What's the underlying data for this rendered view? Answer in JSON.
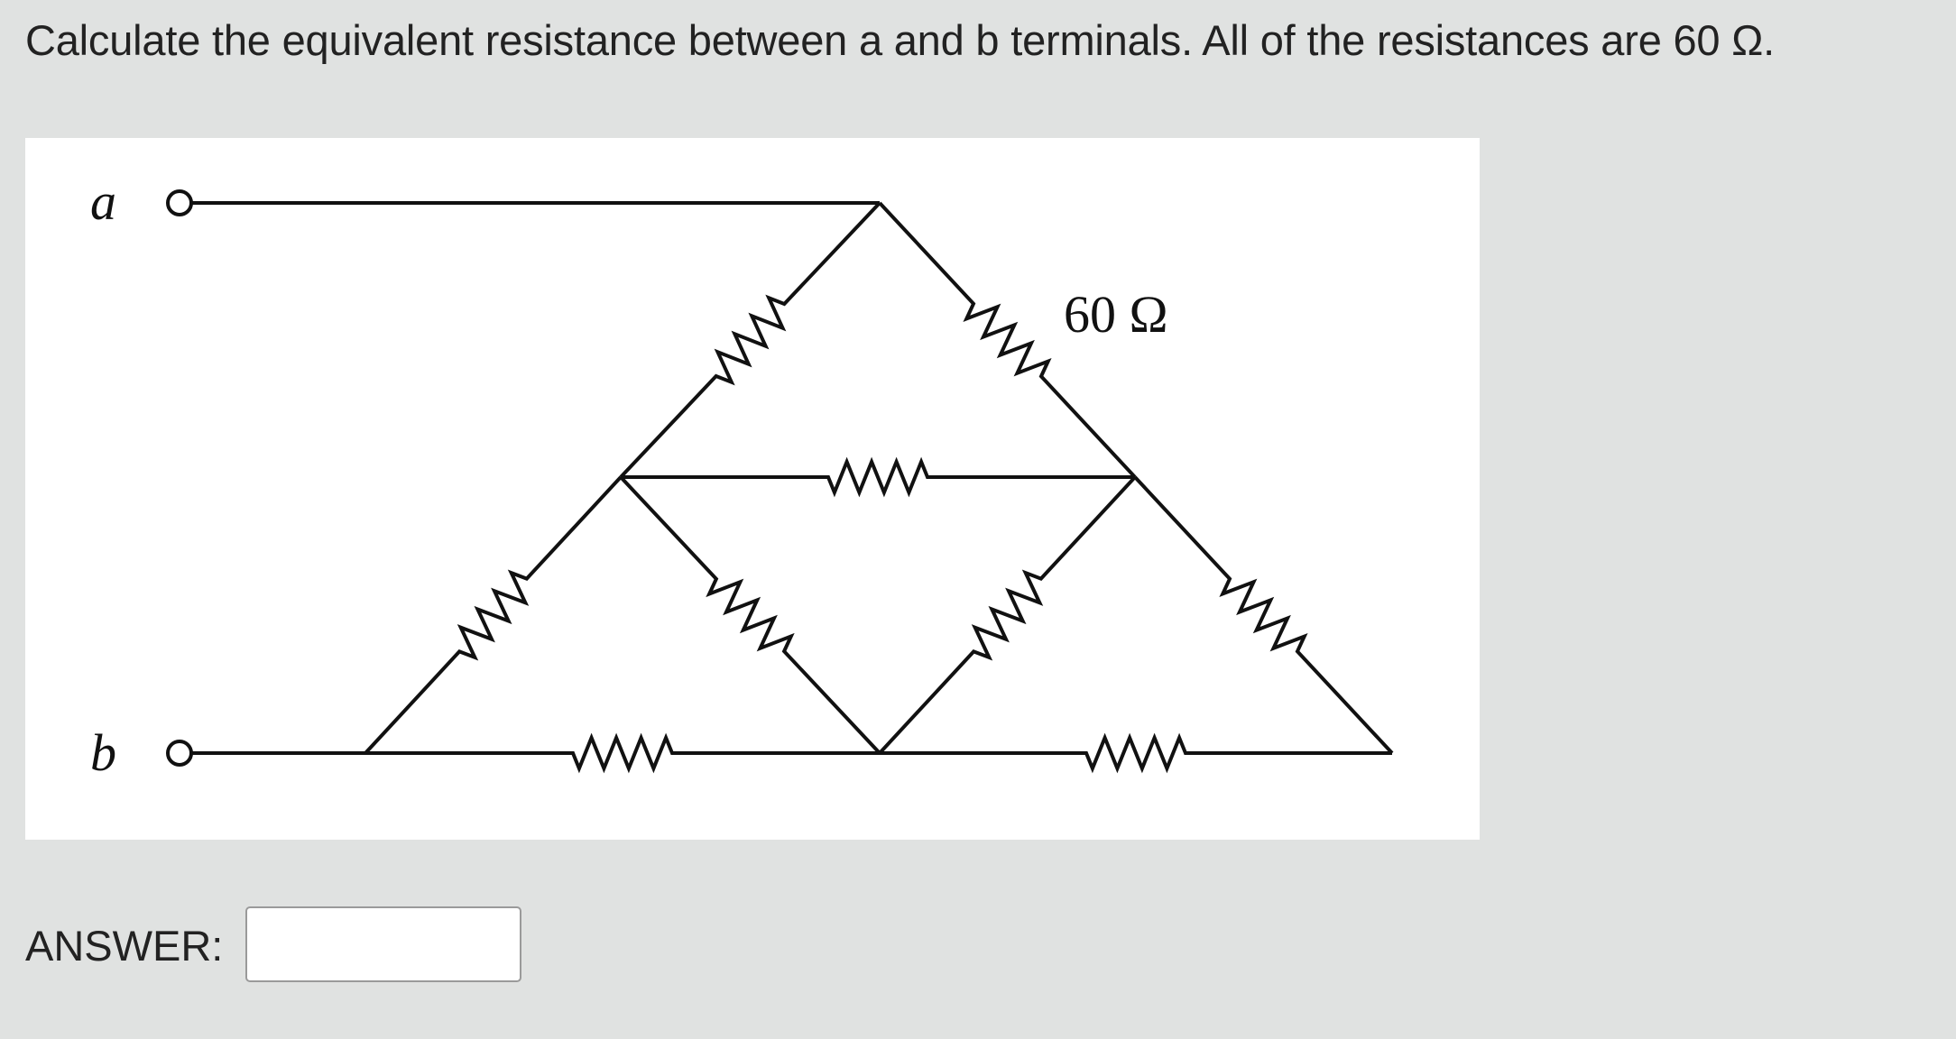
{
  "question": {
    "text": "Calculate the equivalent resistance between a and b terminals. All of the resistances are 60 Ω."
  },
  "circuit": {
    "terminal_a": "a",
    "terminal_b": "b",
    "resistor_value_label": "60 Ω",
    "resistor_count": 9
  },
  "answer": {
    "label": "ANSWER:",
    "value": "",
    "placeholder": ""
  }
}
